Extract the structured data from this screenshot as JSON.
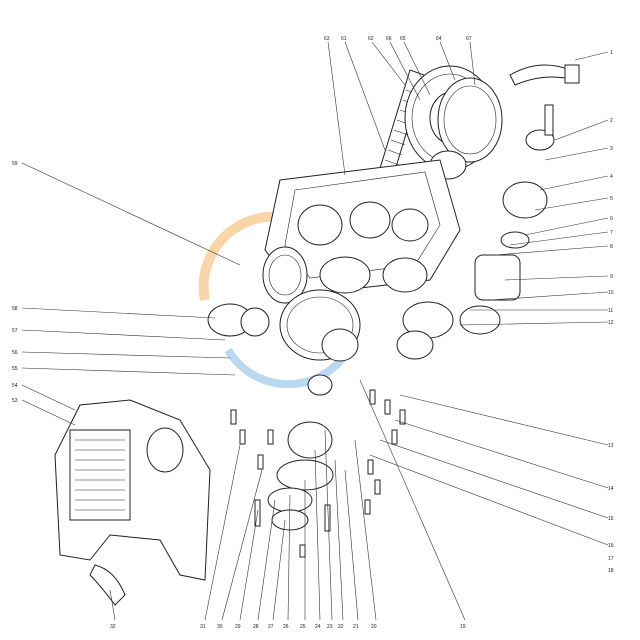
{
  "watermark": {
    "text": "",
    "color": "#3a8fd0",
    "accent": "#f2a541"
  },
  "callouts": {
    "top": [
      "63",
      "61",
      "62",
      "66",
      "65",
      "64",
      "67"
    ],
    "right": [
      "1",
      "2",
      "3",
      "4",
      "5",
      "6",
      "7",
      "8",
      "9",
      "10",
      "11",
      "12",
      "13",
      "14",
      "15",
      "16",
      "17",
      "18"
    ],
    "left": [
      "59",
      "58",
      "57",
      "56",
      "55",
      "54",
      "53"
    ],
    "bottom": [
      "31",
      "30",
      "29",
      "28",
      "27",
      "26",
      "25",
      "24",
      "23",
      "22",
      "21",
      "20",
      "19"
    ],
    "lower_left": [
      "32"
    ]
  }
}
